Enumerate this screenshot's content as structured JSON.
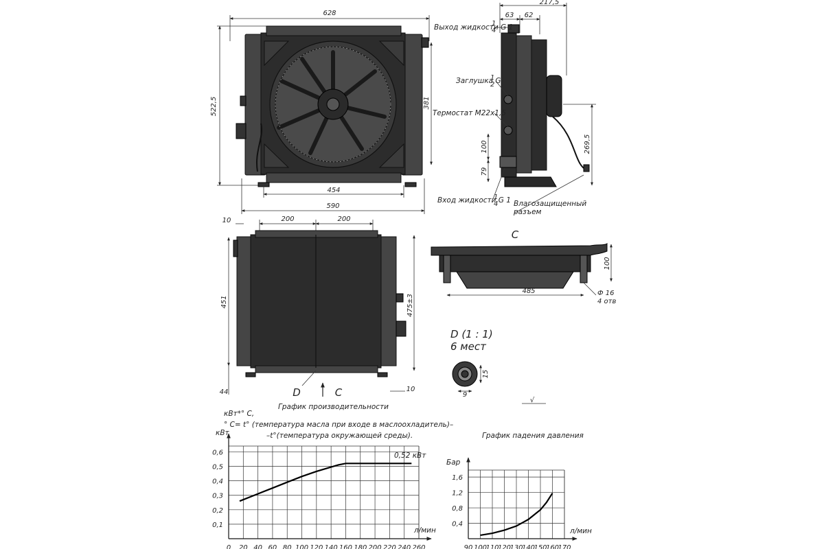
{
  "front_view": {
    "width_top": "628",
    "height_left": "522,5",
    "height_fan": "381",
    "width_inner": "454",
    "width_bottom": "590"
  },
  "side_view": {
    "depth_total": "217,5",
    "depth_a": "63",
    "depth_b": "62",
    "outlet_label": "Выход жидкости G 1",
    "outlet_frac_num": "1",
    "outlet_frac_den": "4",
    "plug_label": "Заглушка G",
    "plug_frac_num": "1",
    "plug_frac_den": "2",
    "thermostat_label": "Термостат М22х1,5",
    "inlet_label": "Вход жидкости G 1",
    "inlet_frac_num": "1",
    "inlet_frac_den": "4",
    "connector_line1": "Влагозащищенный",
    "connector_line2": "разъем",
    "dim_100": "100",
    "dim_79": "79",
    "dim_269": "269,5"
  },
  "back_view": {
    "dim_10_top": "10",
    "dim_200_a": "200",
    "dim_200_b": "200",
    "dim_451": "451",
    "dim_475": "475±3",
    "dim_44": "44",
    "dim_10_bottom": "10",
    "mark_d": "D",
    "mark_c": "C"
  },
  "top_view": {
    "mark_c": "C",
    "dim_485": "485",
    "dim_100": "100",
    "hole_line1": "Ф 16",
    "hole_line2": "4 отв"
  },
  "detail": {
    "title_line1": "D (1 : 1)",
    "title_line2": "6 мест",
    "dim_15": "15",
    "dim_9": "9",
    "roughness": "√"
  },
  "chart_data": [
    {
      "type": "line",
      "title": "График производительности",
      "ylabel": "кВт",
      "xlabel": "л/мин",
      "legend_lines": [
        "кВт*° С,",
        "° С= t° (температура масла при входе в маслоохладитель)–",
        "–t°(температура окружающей среды)."
      ],
      "annotation": "0,52 кВт",
      "x_ticks": [
        "0",
        "20",
        "40",
        "60",
        "80",
        "100",
        "120",
        "140",
        "160",
        "180",
        "200",
        "220",
        "240",
        "260"
      ],
      "y_ticks": [
        "0,1",
        "0,2",
        "0,3",
        "0,4",
        "0,5",
        "0,6"
      ],
      "xlim": [
        0,
        260
      ],
      "ylim": [
        0,
        0.64
      ],
      "series": [
        {
          "x": [
            15,
            40,
            60,
            80,
            100,
            120,
            140,
            150,
            160,
            180,
            200,
            220,
            250
          ],
          "y": [
            0.26,
            0.31,
            0.35,
            0.39,
            0.43,
            0.465,
            0.495,
            0.51,
            0.52,
            0.52,
            0.52,
            0.52,
            0.52
          ]
        }
      ]
    },
    {
      "type": "line",
      "title": "График падения давления",
      "ylabel": "Бар",
      "xlabel": "л/мин",
      "x_ticks": [
        "90",
        "100",
        "110",
        "120",
        "130",
        "140",
        "150",
        "160",
        "170"
      ],
      "y_ticks": [
        "0,4",
        "0,8",
        "1,2",
        "1,6"
      ],
      "xlim": [
        90,
        170
      ],
      "ylim": [
        0,
        1.78
      ],
      "series": [
        {
          "x": [
            100,
            110,
            120,
            130,
            140,
            150,
            155,
            160
          ],
          "y": [
            0.09,
            0.14,
            0.22,
            0.33,
            0.5,
            0.75,
            0.94,
            1.18
          ]
        }
      ]
    }
  ]
}
